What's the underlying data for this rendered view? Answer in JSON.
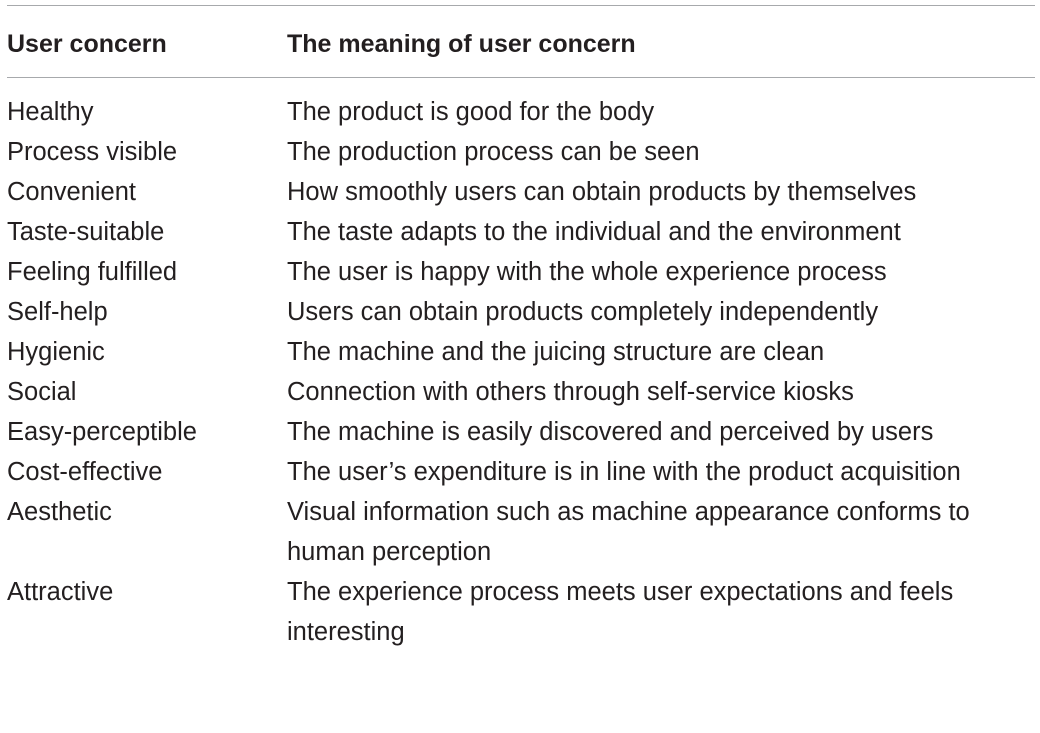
{
  "table": {
    "headers": {
      "concern": "User concern",
      "meaning": "The meaning of user concern"
    },
    "rows": [
      {
        "concern": "Healthy",
        "meaning": "The product is good for the body"
      },
      {
        "concern": "Process visible",
        "meaning": "The production process can be seen"
      },
      {
        "concern": "Convenient",
        "meaning": "How smoothly users can obtain products by themselves"
      },
      {
        "concern": "Taste-suitable",
        "meaning": "The taste adapts to the individual and the environment"
      },
      {
        "concern": "Feeling fulfilled",
        "meaning": "The user is happy with the whole experience process"
      },
      {
        "concern": "Self-help",
        "meaning": "Users can obtain products completely independently"
      },
      {
        "concern": "Hygienic",
        "meaning": "The machine and the juicing structure are clean"
      },
      {
        "concern": "Social",
        "meaning": "Connection with others through self-service kiosks"
      },
      {
        "concern": "Easy-perceptible",
        "meaning": "The machine is easily discovered and perceived by users"
      },
      {
        "concern": "Cost-effective",
        "meaning": "The user’s expenditure is in line with the product acquisition"
      },
      {
        "concern": "Aesthetic",
        "meaning": "Visual information such as machine appearance conforms to human perception"
      },
      {
        "concern": "Attractive",
        "meaning": "The experience process meets user expectations and feels interesting"
      }
    ]
  },
  "colors": {
    "text": "#231f20",
    "rule": "#a7a9ac",
    "background": "#ffffff"
  }
}
